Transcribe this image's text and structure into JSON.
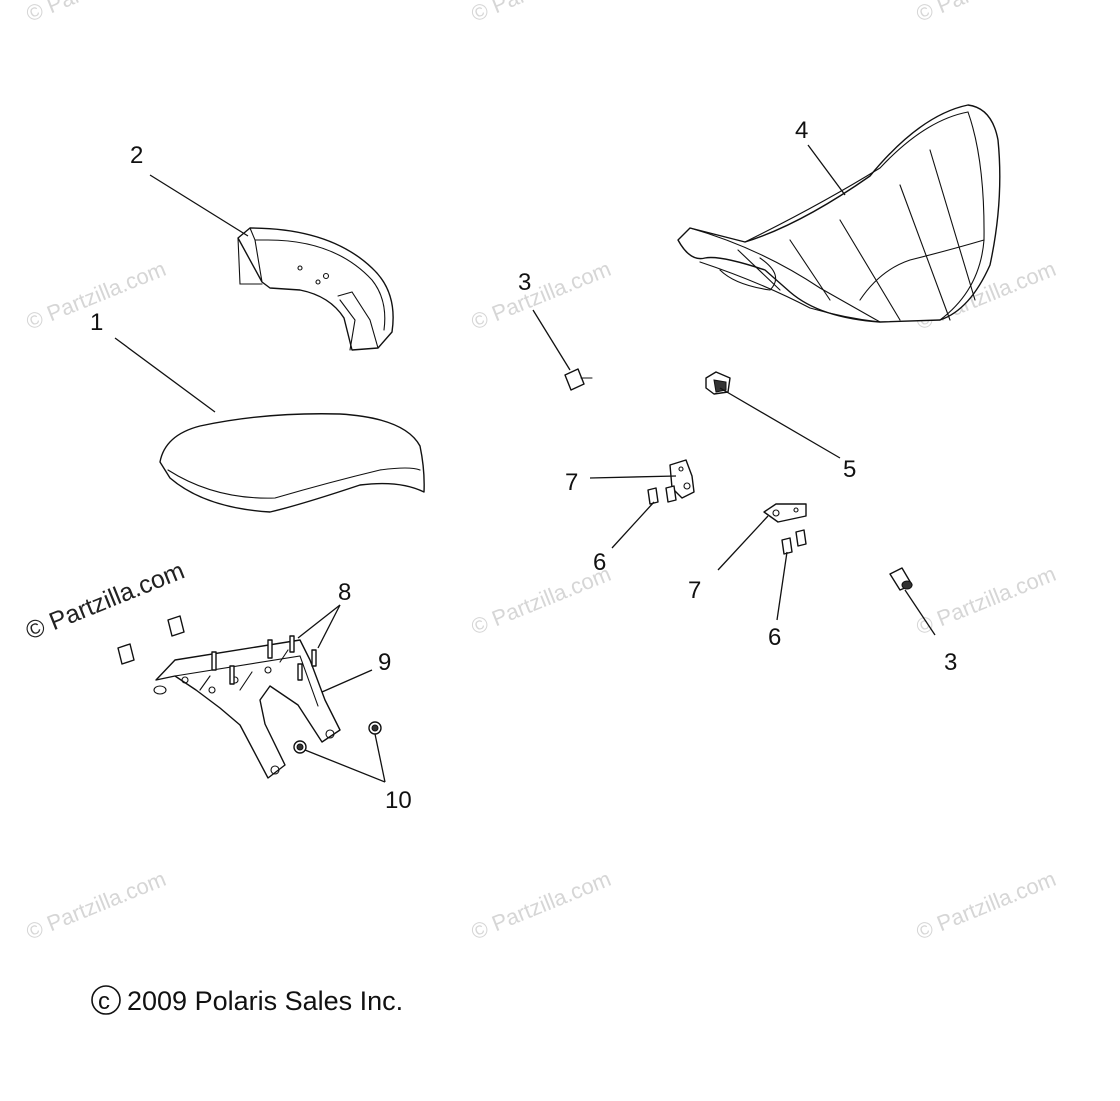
{
  "diagram": {
    "watermark_small": "© Partzilla.com",
    "watermark_large": "© Partzilla.com",
    "copyright": "2009 Polaris Sales Inc.",
    "copyright_symbol": "c",
    "callouts": {
      "c1": "1",
      "c2": "2",
      "c3a": "3",
      "c3b": "3",
      "c4": "4",
      "c5": "5",
      "c6a": "6",
      "c6b": "6",
      "c7a": "7",
      "c7b": "7",
      "c8": "8",
      "c9": "9",
      "c10": "10"
    },
    "colors": {
      "line": "#111111",
      "watermark": "#d6d6d6",
      "background": "#ffffff"
    }
  }
}
